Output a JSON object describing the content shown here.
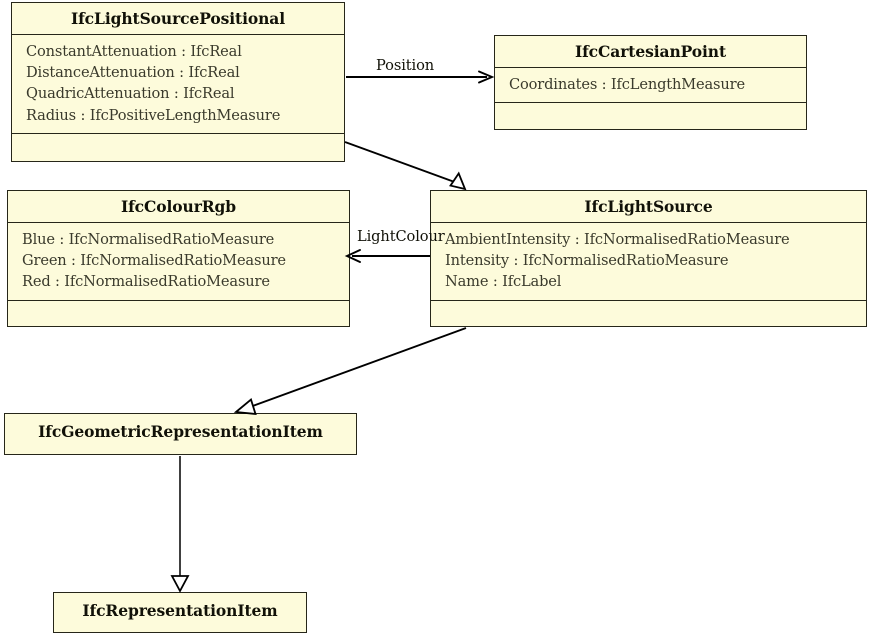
{
  "diagram": {
    "type": "uml-class-diagram",
    "title": "IfcLightSourcePositional class hierarchy",
    "colors": {
      "class_fill": "#fdfbdb",
      "class_border": "#262619",
      "text": "#111108",
      "attribute_text": "#3a3a2c",
      "edge": "#000000",
      "background": "#ffffff"
    },
    "classes": [
      {
        "id": "positional",
        "name": "IfcLightSourcePositional",
        "attributes": [
          "ConstantAttenuation : IfcReal",
          "DistanceAttenuation : IfcReal",
          "QuadricAttenuation : IfcReal",
          "Radius : IfcPositiveLengthMeasure"
        ],
        "operations": [],
        "compartments": 3
      },
      {
        "id": "cartesian",
        "name": "IfcCartesianPoint",
        "attributes": [
          "Coordinates : IfcLengthMeasure"
        ],
        "operations": [],
        "compartments": 3
      },
      {
        "id": "colourrgb",
        "name": "IfcColourRgb",
        "attributes": [
          "Blue : IfcNormalisedRatioMeasure",
          "Green : IfcNormalisedRatioMeasure",
          "Red : IfcNormalisedRatioMeasure"
        ],
        "operations": [],
        "compartments": 3
      },
      {
        "id": "lightsource",
        "name": "IfcLightSource",
        "attributes": [
          "AmbientIntensity : IfcNormalisedRatioMeasure",
          "Intensity : IfcNormalisedRatioMeasure",
          "Name : IfcLabel"
        ],
        "operations": [],
        "compartments": 3
      },
      {
        "id": "geomrep",
        "name": "IfcGeometricRepresentationItem",
        "attributes": [],
        "operations": [],
        "compartments": 1
      },
      {
        "id": "repritem",
        "name": "IfcRepresentationItem",
        "attributes": [],
        "operations": [],
        "compartments": 1
      }
    ],
    "relations": [
      {
        "id": "position",
        "label": "Position",
        "kind": "association",
        "from": "positional",
        "to": "cartesian",
        "arrowhead": "open-arrow"
      },
      {
        "id": "gen-positional-lightsource",
        "label": "",
        "kind": "generalization",
        "from": "positional",
        "to": "lightsource",
        "arrowhead": "hollow-triangle"
      },
      {
        "id": "lightcolour",
        "label": "LightColour",
        "kind": "association",
        "from": "lightsource",
        "to": "colourrgb",
        "arrowhead": "open-arrow"
      },
      {
        "id": "gen-lightsource-geomrep",
        "label": "",
        "kind": "generalization",
        "from": "lightsource",
        "to": "geomrep",
        "arrowhead": "hollow-triangle"
      },
      {
        "id": "gen-geomrep-repritem",
        "label": "",
        "kind": "generalization",
        "from": "geomrep",
        "to": "repritem",
        "arrowhead": "hollow-triangle"
      }
    ]
  }
}
